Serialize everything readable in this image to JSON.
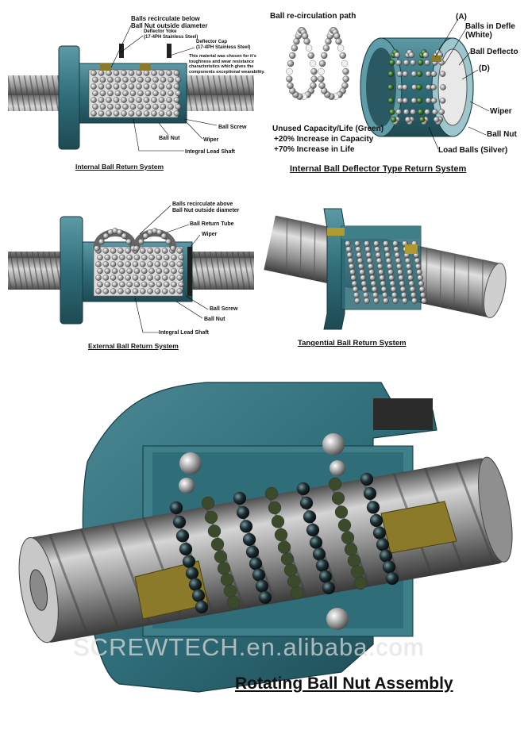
{
  "internal_ball_return": {
    "caption": "Internal Ball Return System",
    "labels": {
      "balls_recirculate": "Balls recirculate below\nBall Nut outside diameter",
      "deflector_yoke": "Deflector Yoke\n(17-4PH Stainless Steel)",
      "deflector_cap": "Deflector Cap\n(17-4PH Stainless Steel)",
      "material_note": "This material was chosen for it's\ntoughness and wear resistance\ncharacteristics which gives the\ncomponents exceptional wearability.",
      "ball_screw": "Ball Screw",
      "ball_nut": "Ball Nut",
      "wiper": "Wiper",
      "integral_lead_shaft": "Integral Lead Shaft"
    }
  },
  "internal_deflector": {
    "caption": "Internal Ball Deflector Type Return System",
    "labels": {
      "recirculation_path": "Ball re-circulation path",
      "a": "(A)",
      "balls_in_deflector": "Balls in Defle\n(White)",
      "ball_deflector": "Ball Deflecto",
      "d": "(D)",
      "wiper": "Wiper",
      "ball_nut": "Ball Nut",
      "unused_capacity": "Unused Capacity/Life (Green)",
      "capacity_increase": "+20% Increase in Capacity",
      "life_increase": "+70% Increase in Life",
      "load_balls": "Load Balls (Silver)"
    }
  },
  "external_ball_return": {
    "caption": "External Ball Return System",
    "labels": {
      "balls_recirculate": "Balls recirculate above\nBall Nut outside diameter",
      "return_tube": "Ball Return Tube",
      "wiper": "Wiper",
      "ball_screw": "Ball Screw",
      "ball_nut": "Ball Nut",
      "integral_lead_shaft": "Integral Lead Shaft"
    }
  },
  "tangential": {
    "caption": "Tangential Ball Return System"
  },
  "rotating": {
    "title": "Rotating Ball Nut Assembly",
    "watermark": "SCREWTECH.en.alibaba.com"
  },
  "colors": {
    "teal": "#2f6d79",
    "teal_light": "#4e8e99",
    "steel": "#9a9a9a",
    "steel_dark": "#5c5c5c",
    "brass": "#8a7a2a",
    "ball_dark": "#1c2f33",
    "ball_green": "#3d7a2a"
  }
}
